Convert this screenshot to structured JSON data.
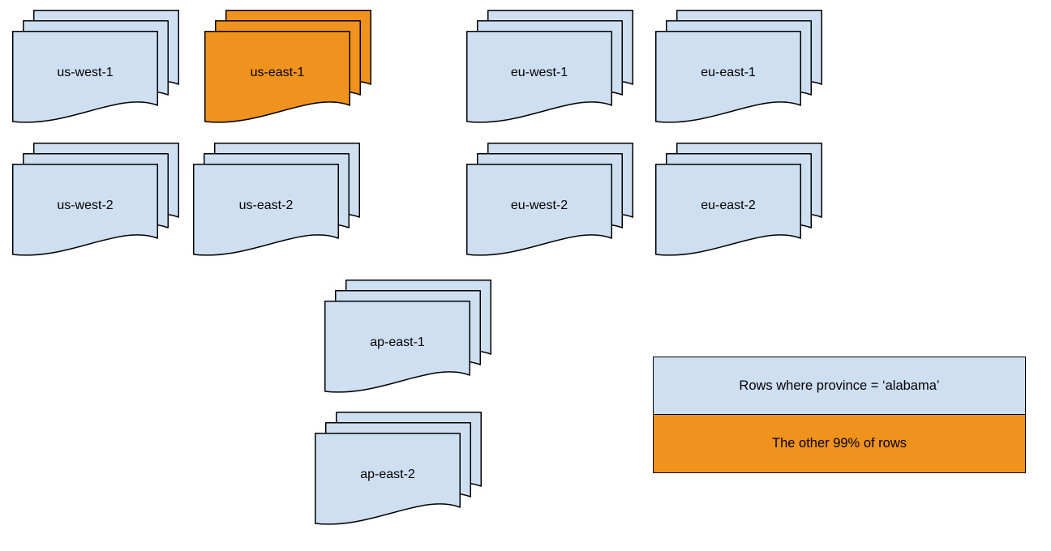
{
  "colors": {
    "blue": "#cfdff2",
    "orange": "#f0931e"
  },
  "regions": [
    {
      "id": "us-west-1",
      "label": "us-west-1",
      "variant": "blue"
    },
    {
      "id": "us-east-1",
      "label": "us-east-1",
      "variant": "orange"
    },
    {
      "id": "eu-west-1",
      "label": "eu-west-1",
      "variant": "blue"
    },
    {
      "id": "eu-east-1",
      "label": "eu-east-1",
      "variant": "blue"
    },
    {
      "id": "us-west-2",
      "label": "us-west-2",
      "variant": "blue"
    },
    {
      "id": "us-east-2",
      "label": "us-east-2",
      "variant": "blue"
    },
    {
      "id": "eu-west-2",
      "label": "eu-west-2",
      "variant": "blue"
    },
    {
      "id": "eu-east-2",
      "label": "eu-east-2",
      "variant": "blue"
    },
    {
      "id": "ap-east-1",
      "label": "ap-east-1",
      "variant": "blue"
    },
    {
      "id": "ap-east-2",
      "label": "ap-east-2",
      "variant": "blue"
    }
  ],
  "legend": {
    "items": [
      {
        "label": "Rows where province = ‘alabama’",
        "variant": "blue"
      },
      {
        "label": "The other 99% of rows",
        "variant": "orange"
      }
    ]
  }
}
